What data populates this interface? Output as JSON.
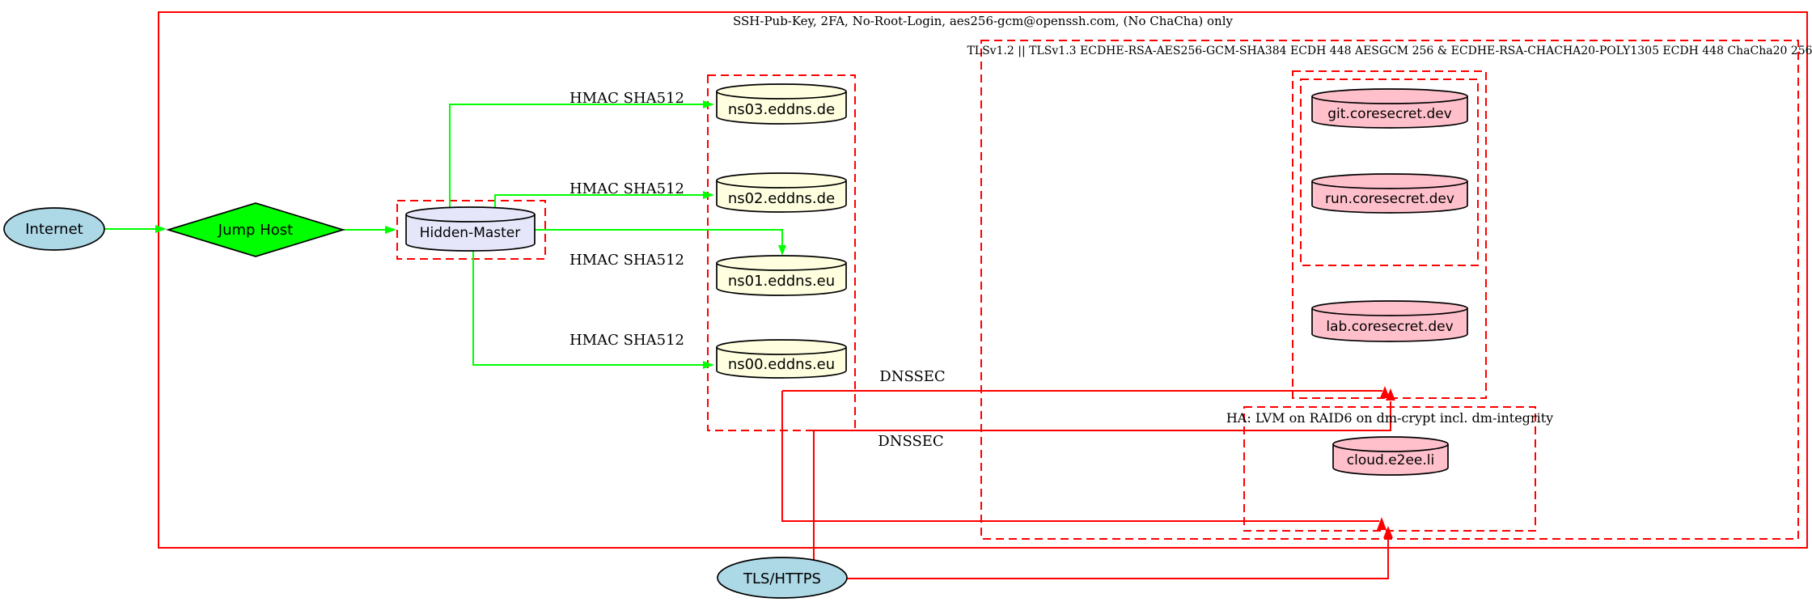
{
  "colors": {
    "cluster_red": "#ff0000",
    "edge_green": "#00ff00",
    "edge_red": "#ff0000",
    "internet_fill": "#add8e6",
    "jump_host_fill": "#00ff00",
    "hidden_master_fill": "#e6e6fa",
    "nameserver_fill": "#ffffe0",
    "web_fill": "#ffc0cb",
    "tls_https_fill": "#add8e6"
  },
  "clusters": {
    "ssh": {
      "label": "SSH-Pub-Key, 2FA, No-Root-Login, aes256-gcm@openssh.com, (No ChaCha) only"
    },
    "tls": {
      "label": "TLSv1.2 || TLSv1.3 ECDHE-RSA-AES256-GCM-SHA384 ECDH 448 AESGCM 256 & ECDHE-RSA-CHACHA20-POLY1305 ECDH 448 ChaCha20 256"
    },
    "ha": {
      "label": "HA: LVM on RAID6 on dm-crypt incl. dm-integrity"
    }
  },
  "nodes": {
    "internet": {
      "label": "Internet"
    },
    "jump_host": {
      "label": "Jump Host"
    },
    "hidden_master": {
      "label": "Hidden-Master"
    },
    "ns03": {
      "label": "ns03.eddns.de"
    },
    "ns02": {
      "label": "ns02.eddns.de"
    },
    "ns01": {
      "label": "ns01.eddns.eu"
    },
    "ns00": {
      "label": "ns00.eddns.eu"
    },
    "git": {
      "label": "git.coresecret.dev"
    },
    "run": {
      "label": "run.coresecret.dev"
    },
    "lab": {
      "label": "lab.coresecret.dev"
    },
    "cloud": {
      "label": "cloud.e2ee.li"
    },
    "tls_https": {
      "label": "TLS/HTTPS"
    }
  },
  "edge_labels": {
    "hmac_ns03": "HMAC SHA512",
    "hmac_ns02": "HMAC SHA512",
    "hmac_ns01": "HMAC SHA512",
    "hmac_ns00": "HMAC SHA512",
    "dnssec_top": "DNSSEC",
    "dnssec_bottom": "DNSSEC"
  }
}
